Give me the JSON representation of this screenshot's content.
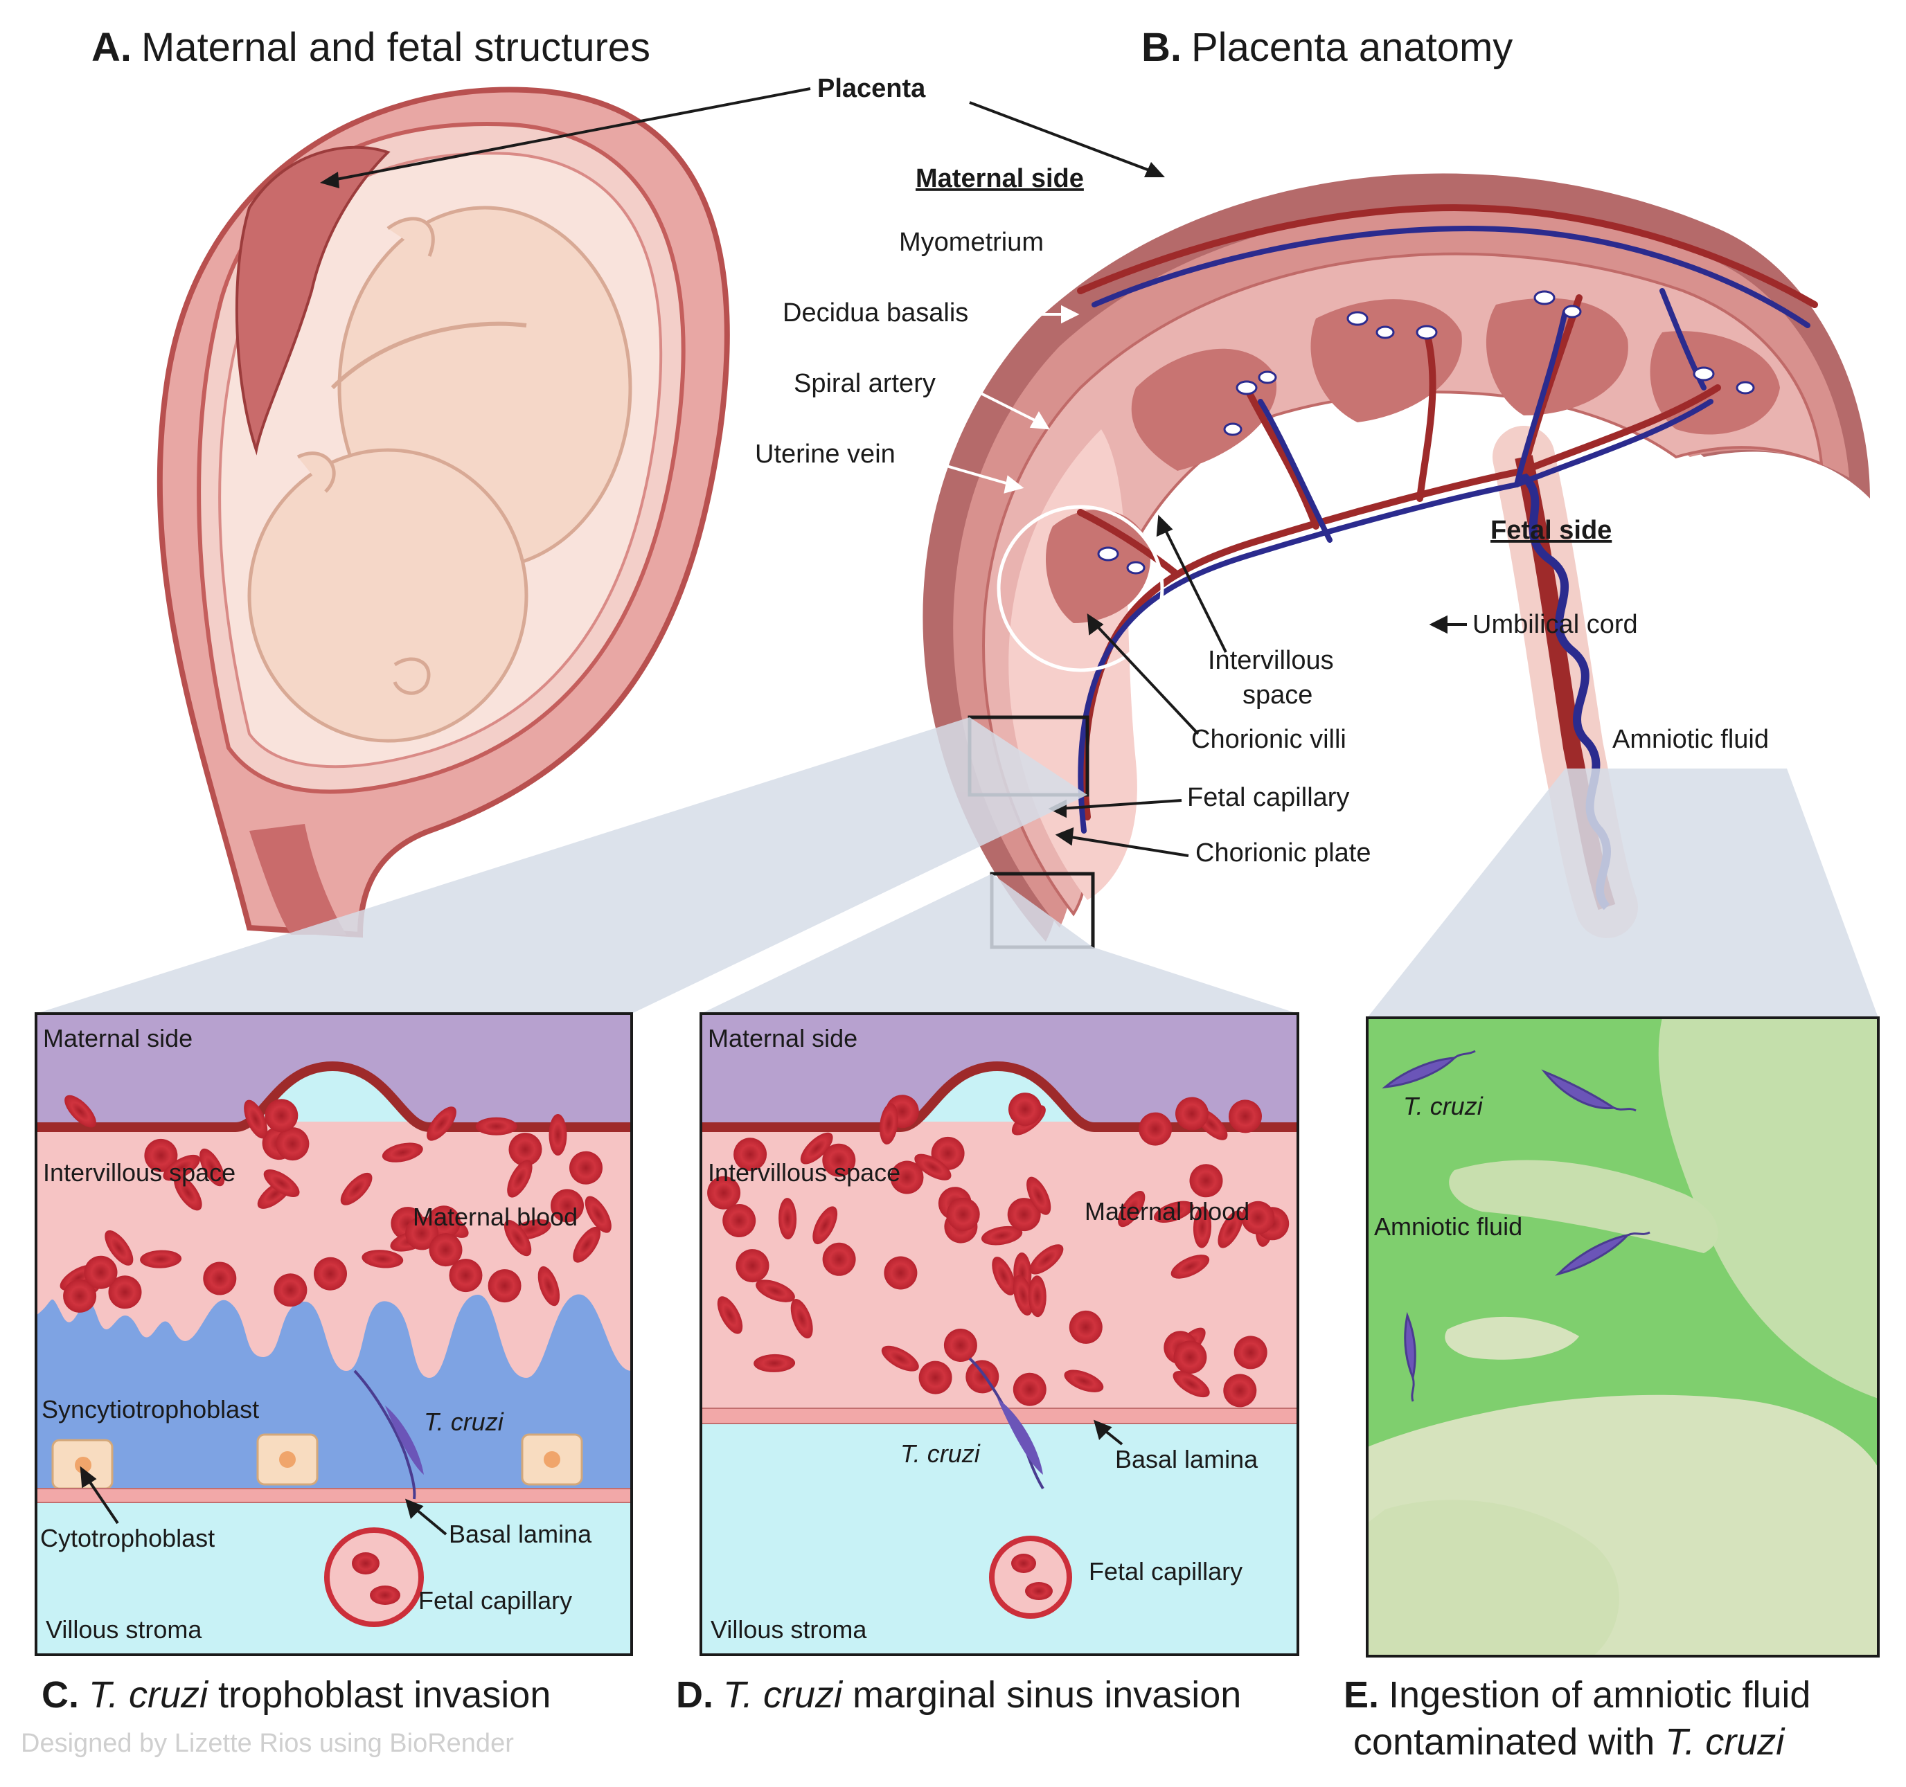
{
  "panel_a": {
    "letter": "A.",
    "title": "Maternal and fetal structures",
    "placenta_label": "Placenta"
  },
  "panel_b": {
    "letter": "B.",
    "title": "Placenta anatomy",
    "maternal_side": "Maternal side",
    "fetal_side": "Fetal side",
    "myometrium": "Myometrium",
    "decidua_basalis": "Decidua basalis",
    "spiral_artery": "Spiral artery",
    "uterine_vein": "Uterine vein",
    "intervillous_space_1": "Intervillous",
    "intervillous_space_2": "space",
    "chorionic_villi": "Chorionic villi",
    "fetal_capillary": "Fetal capillary",
    "chorionic_plate": "Chorionic plate",
    "umbilical_cord": "Umbilical cord",
    "amniotic_fluid": "Amniotic fluid"
  },
  "panel_c": {
    "maternal_side": "Maternal side",
    "intervillous_space": "Intervillous space",
    "maternal_blood": "Maternal blood",
    "syncytiotrophoblast": "Syncytiotrophoblast",
    "t_cruzi": "T. cruzi",
    "cytotrophoblast": "Cytotrophoblast",
    "basal_lamina": "Basal lamina",
    "fetal_capillary": "Fetal capillary",
    "villous_stroma": "Villous stroma",
    "caption_letter": "C.",
    "caption_italic": "T. cruzi",
    "caption_rest": " trophoblast invasion"
  },
  "panel_d": {
    "maternal_side": "Maternal side",
    "intervillous_space": "Intervillous space",
    "maternal_blood": "Maternal blood",
    "t_cruzi": "T. cruzi",
    "basal_lamina": "Basal lamina",
    "fetal_capillary": "Fetal capillary",
    "villous_stroma": "Villous stroma",
    "caption_letter": "D.",
    "caption_italic": "T. cruzi",
    "caption_rest": " marginal sinus invasion"
  },
  "panel_e": {
    "t_cruzi": "T. cruzi",
    "amniotic_fluid": "Amniotic fluid",
    "caption_letter": "E.",
    "caption_line1": "Ingestion of amniotic fluid",
    "caption_line2_plain": "contaminated with ",
    "caption_line2_italic": "T. cruzi"
  },
  "credit": "Designed by Lizette Rios using BioRender",
  "colors": {
    "uterus": "#e8a7a4",
    "uterus_dark": "#b8504f",
    "placenta": "#c96b6b",
    "maternal_purple": "#b7a1cf",
    "blood_bg": "#f6c4c4",
    "rbc": "#cc2f3a",
    "syncytio": "#7ea3e3",
    "stroma": "#c8f2f6",
    "amniotic_green": "#7fcf6e",
    "parasite": "#6b55b8",
    "vein": "#2b2b8e",
    "artery": "#9e2a2a"
  }
}
